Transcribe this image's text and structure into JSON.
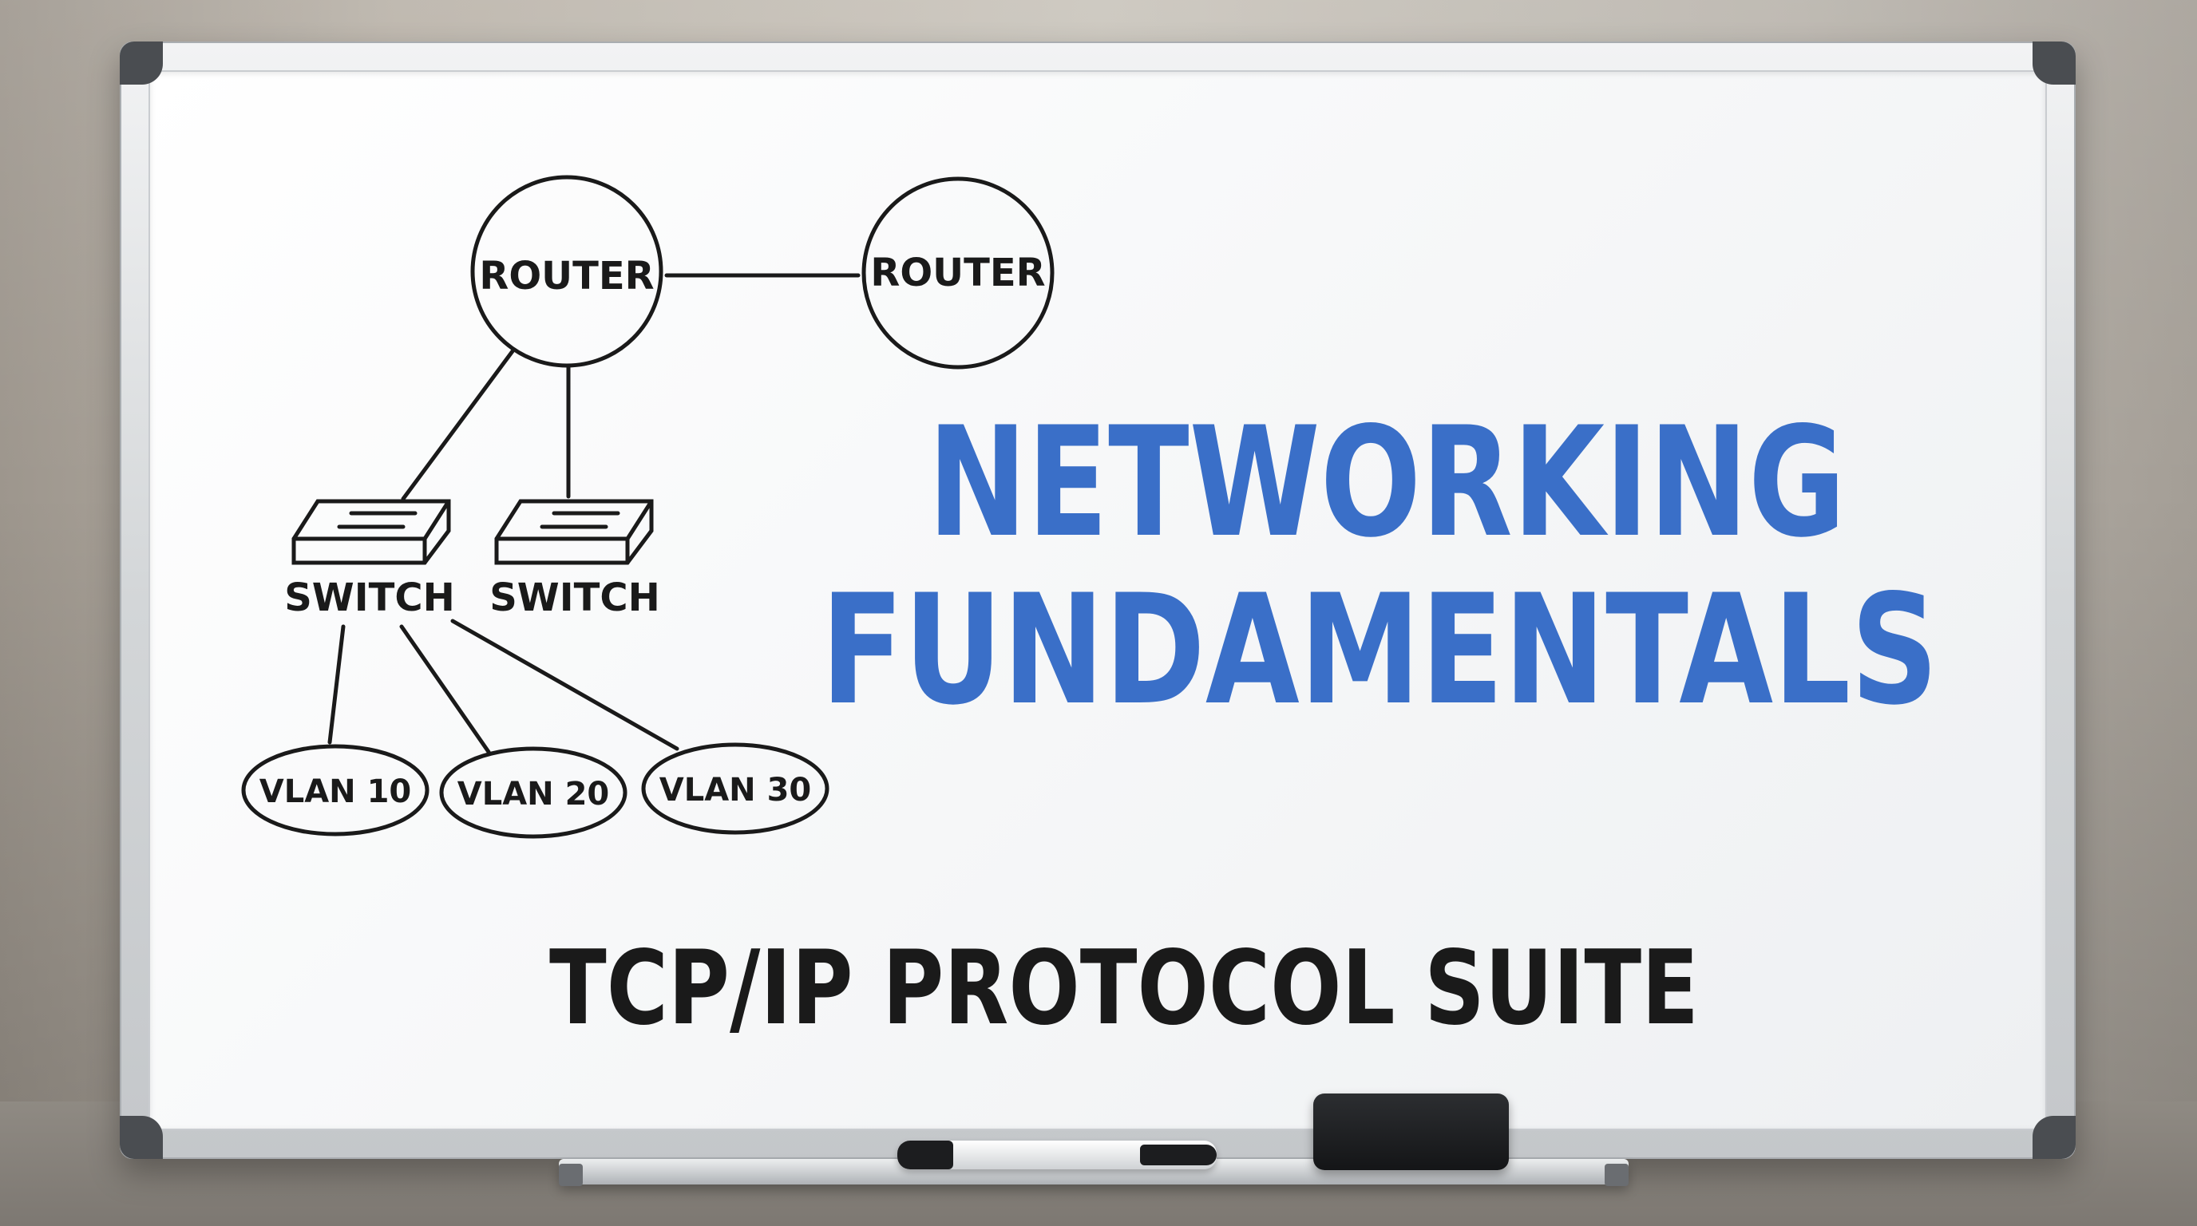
{
  "title": {
    "line1": "NETWORKING",
    "line2": "FUNDAMENTALS",
    "color": "#3a6fc8"
  },
  "subtitle": {
    "text": "TCP/IP PROTOCOL SUITE",
    "color": "#1a1a1a"
  },
  "diagram": {
    "routers": [
      "ROUTER",
      "ROUTER"
    ],
    "switches": [
      "SWITCH",
      "SWITCH"
    ],
    "vlans": [
      "VLAN 10",
      "VLAN 20",
      "VLAN 30"
    ],
    "ink_color": "#1a1a1a"
  },
  "props": {
    "marker": "marker-icon",
    "eraser": "eraser-icon"
  }
}
